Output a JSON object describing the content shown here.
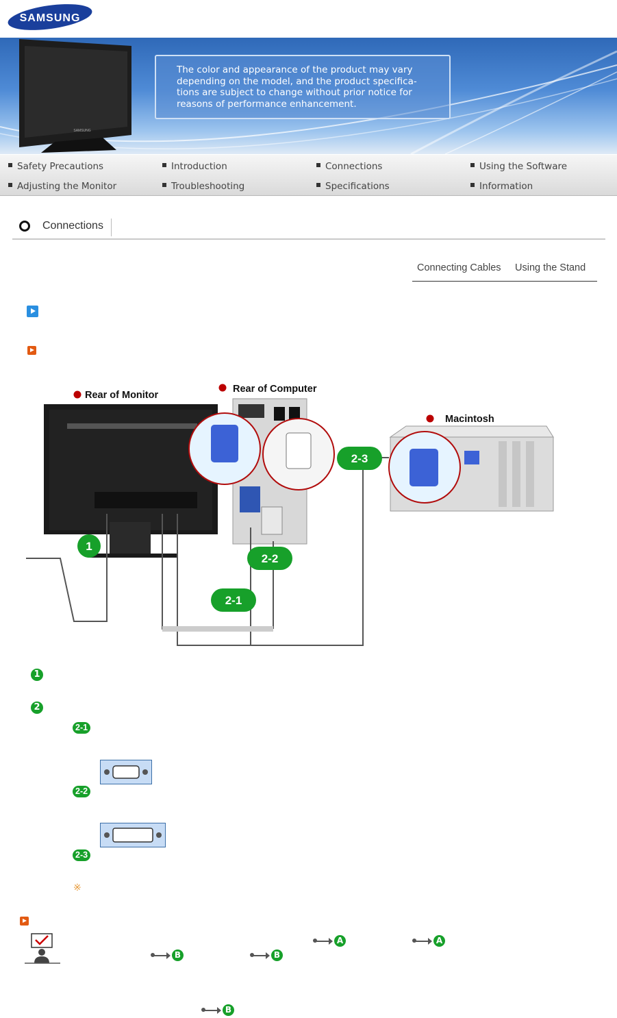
{
  "header": {
    "brand": "SAMSUNG",
    "notice_lines": [
      "The color and appearance of the product may vary",
      "depending on the model, and the product specifica-",
      "tions are subject to change without prior notice for",
      "reasons of performance enhancement."
    ],
    "monitor_brand": "SAMSUNG"
  },
  "nav": {
    "items": [
      {
        "label": "Safety Precautions"
      },
      {
        "label": "Introduction"
      },
      {
        "label": "Connections"
      },
      {
        "label": "Using the Software"
      },
      {
        "label": "Adjusting the Monitor"
      },
      {
        "label": "Troubleshooting"
      },
      {
        "label": "Specifications"
      },
      {
        "label": "Information"
      }
    ]
  },
  "page": {
    "title": "Connections",
    "subtabs": [
      "Connecting Cables",
      "Using the Stand"
    ]
  },
  "diagram": {
    "rear_of_monitor": "Rear of Monitor",
    "rear_of_computer": "Rear of Computer",
    "macintosh": "Macintosh",
    "callouts": [
      "1",
      "2-1",
      "2-2",
      "2-3"
    ]
  },
  "steps": {
    "step1": "1",
    "step2": "2",
    "sub_2_1": "2-1",
    "sub_2_2": "2-2",
    "sub_2_3": "2-3",
    "note_mark": "※"
  },
  "usb": {
    "a": "A",
    "b": "B"
  },
  "colors": {
    "nav_bg": "#e6e6e6",
    "accent_green": "#17a02a",
    "accent_orange": "#e25a12",
    "accent_blue": "#2a8fe0",
    "banner_blue": "#3d78c6"
  },
  "icons": [
    "blue-arrow-icon",
    "orange-arrow-icon",
    "vga-port-icon",
    "dvi-port-icon",
    "usb-icon",
    "checklist-person-icon"
  ]
}
